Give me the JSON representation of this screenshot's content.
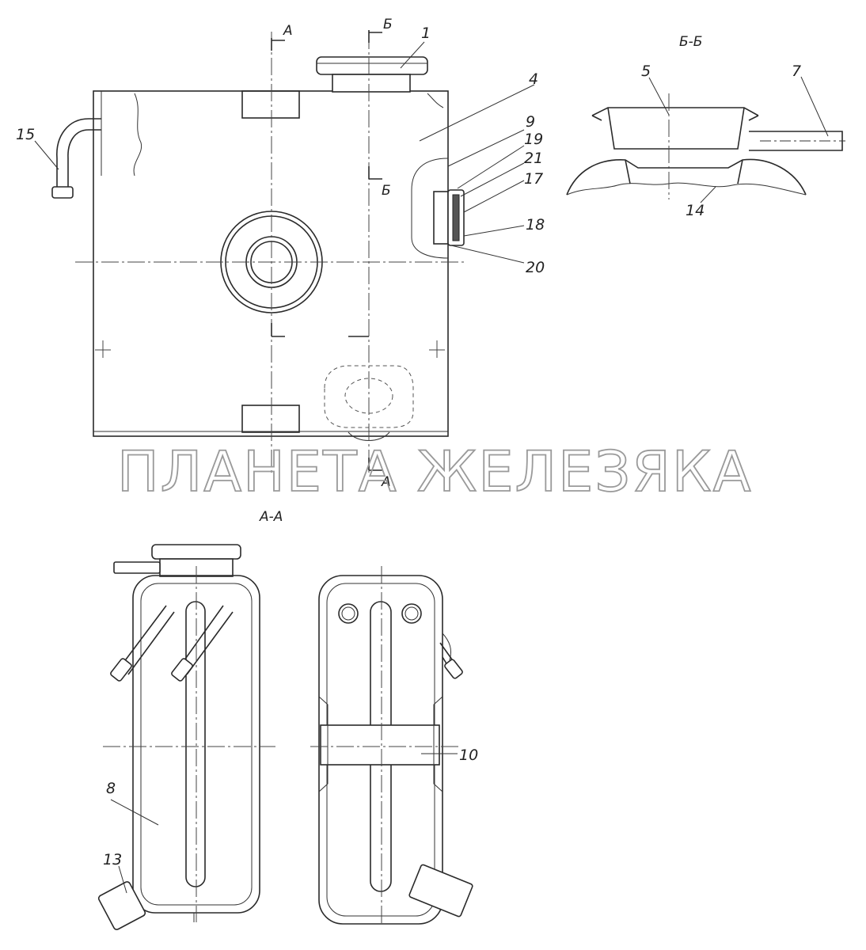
{
  "section_labels": {
    "aa": "А-А",
    "bb": "Б-Б",
    "cut_a_top": "А",
    "cut_a_bottom": "А",
    "cut_b_top": "Б",
    "cut_b_mid": "Б"
  },
  "callouts": {
    "c1": "1",
    "c4": "4",
    "c5": "5",
    "c7": "7",
    "c8": "8",
    "c9": "9",
    "c10": "10",
    "c13": "13",
    "c14": "14",
    "c15": "15",
    "c17": "17",
    "c18": "18",
    "c19": "19",
    "c20": "20",
    "c21": "21"
  },
  "watermark": "ПЛАНЕТА ЖЕЛЕЗЯКА"
}
